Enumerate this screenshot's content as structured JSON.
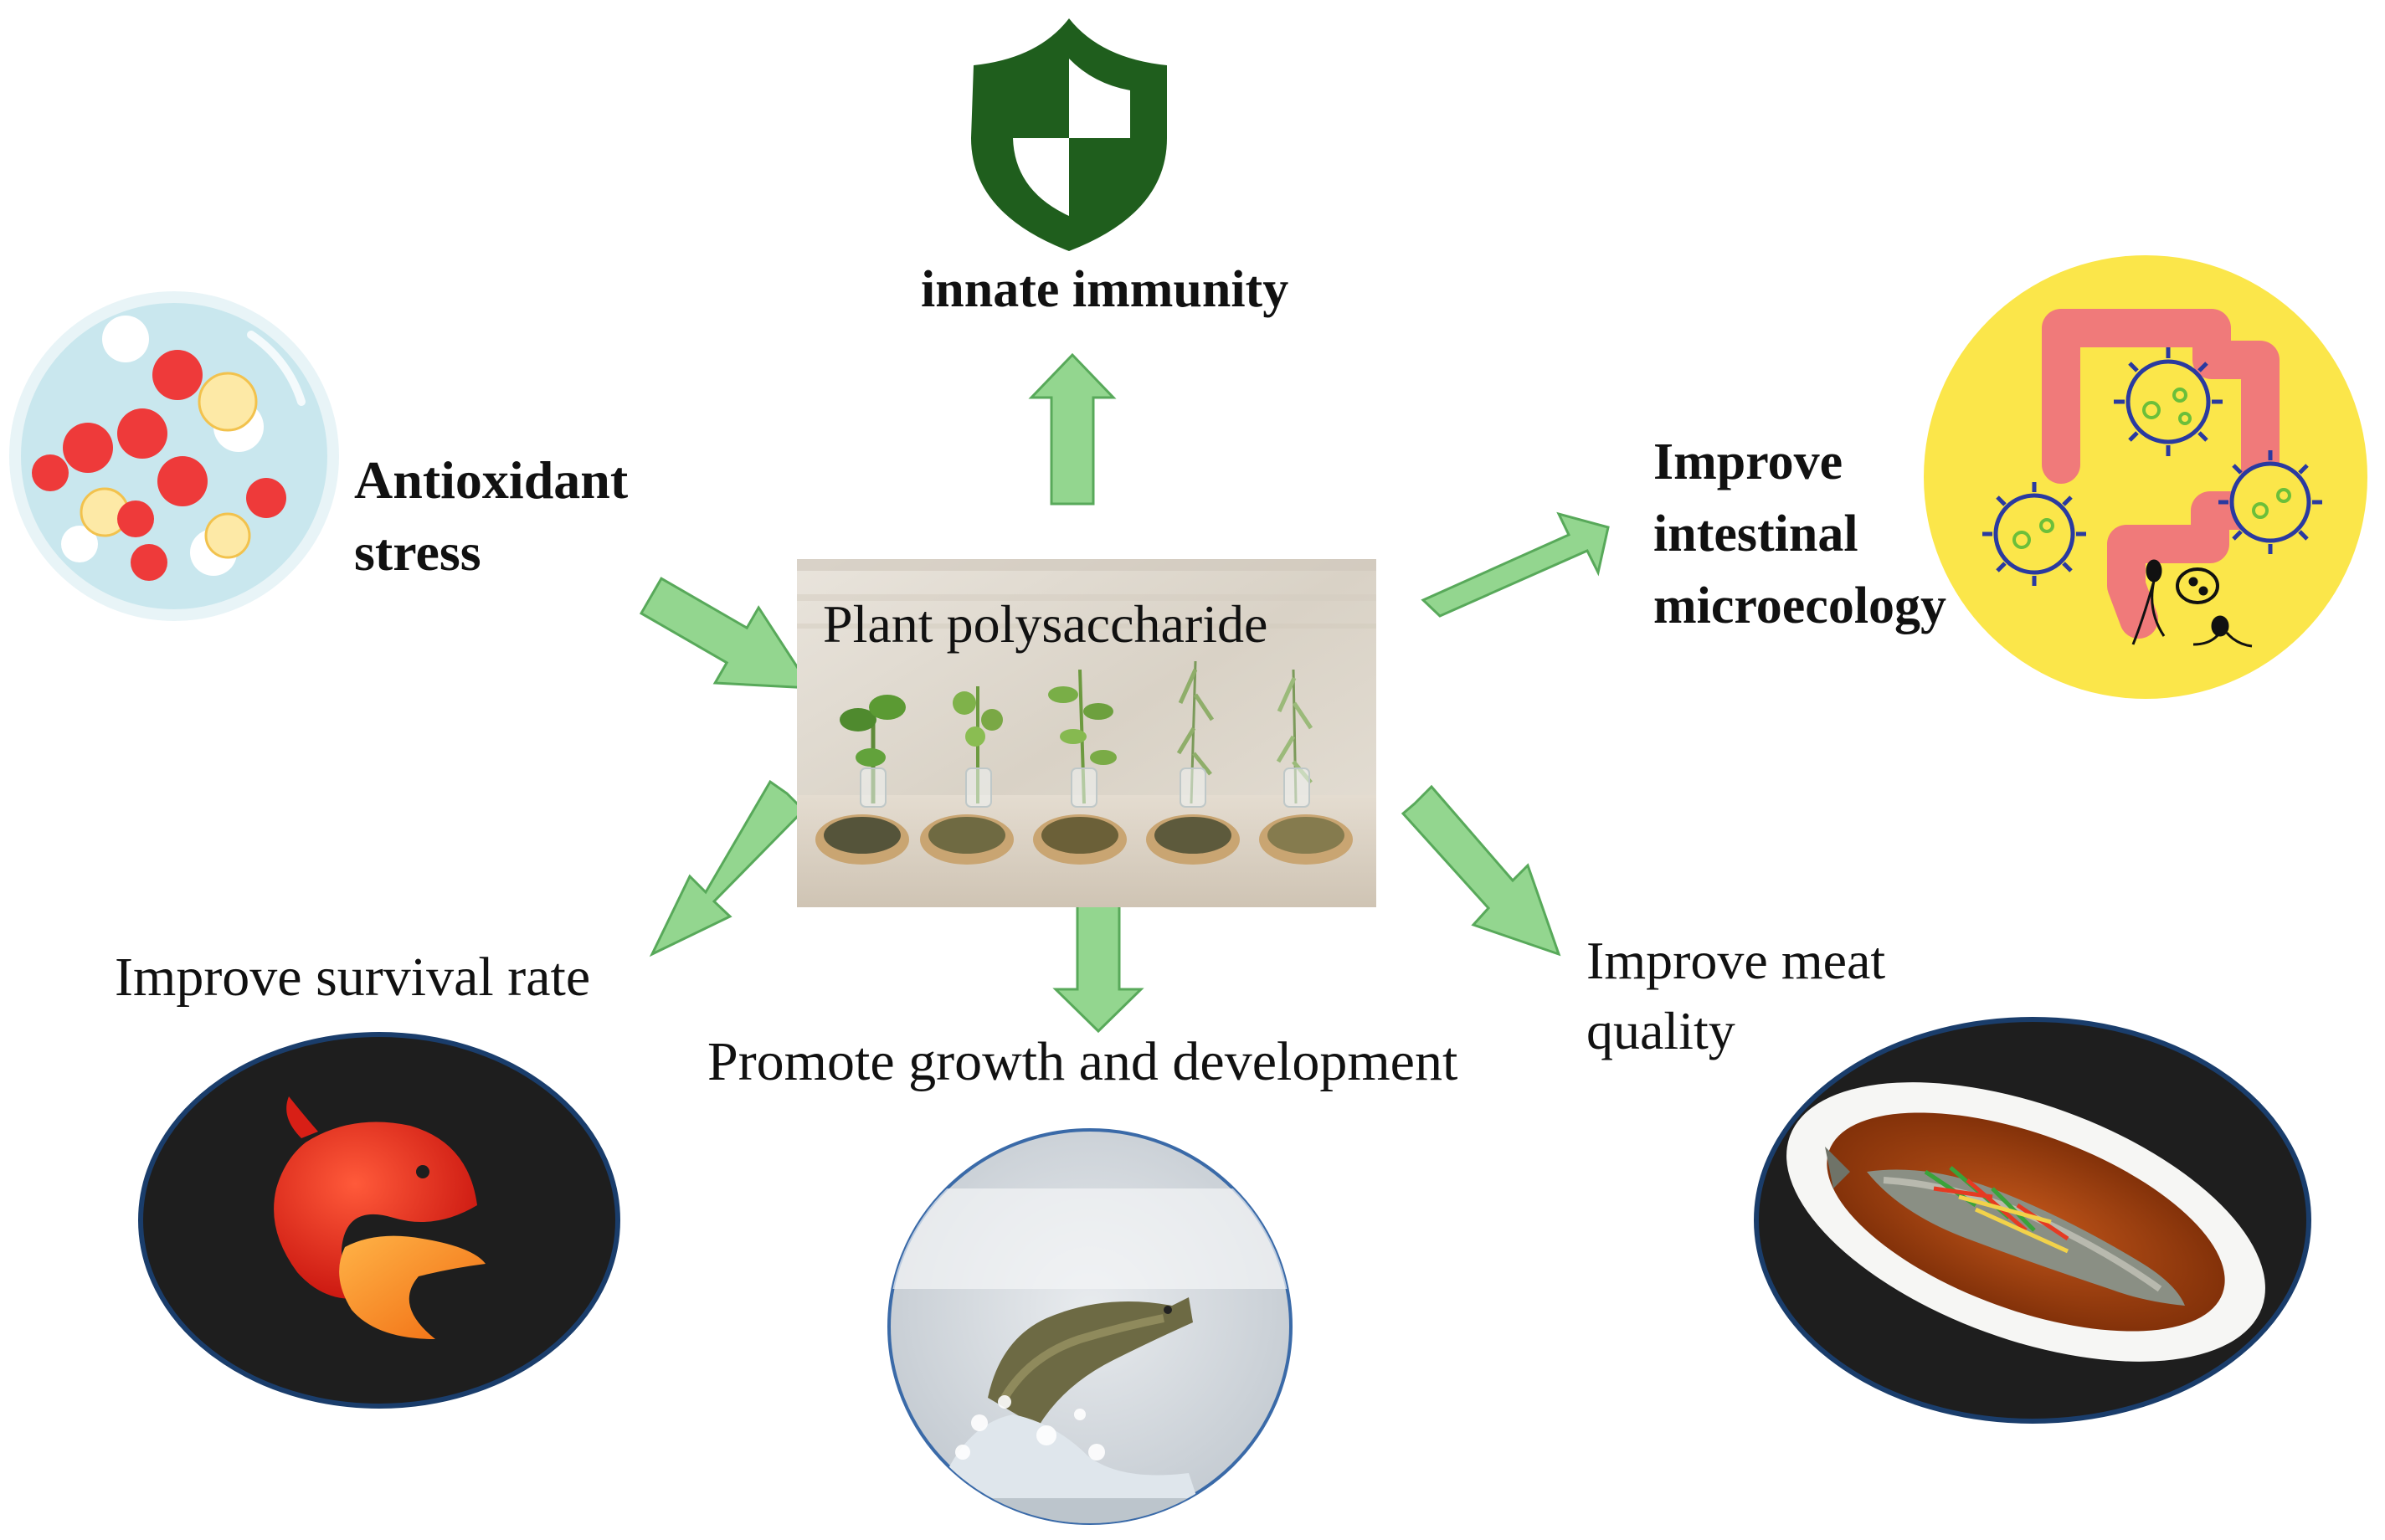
{
  "center": {
    "label": "Plant polysaccharide"
  },
  "effects": {
    "innate_immunity": "innate immunity",
    "antioxidant_line1": "Antioxidant",
    "antioxidant_line2": "stress",
    "intestinal_line1": "Improve",
    "intestinal_line2": "intestinal",
    "intestinal_line3": "microecology",
    "survival": "Improve survival rate",
    "growth": "Promote growth and development",
    "meat_line1": "Improve meat",
    "meat_line2": "quality"
  },
  "colors": {
    "arrow_fill": "#93d68f",
    "arrow_stroke": "#58a95a",
    "shield": "#1f5e1d",
    "intestine": "#f07a7a",
    "intestine_bg": "#fbe64a",
    "microbe": "#2a3aa0",
    "antioxidant_dish": "#c9e7ee",
    "red_cell": "#ee3a3a",
    "navy_circle": "#1a3d6b",
    "dark_bg": "#1e1e1e"
  },
  "icons": {
    "immunity": "shield-icon",
    "antioxidant": "petri-dish-icon",
    "intestinal": "intestine-microbe-icon",
    "survival": "fish-logo-icon",
    "growth": "jumping-fish-icon",
    "meat": "steamed-fish-dish-icon",
    "center": "herb-jars-photo"
  }
}
